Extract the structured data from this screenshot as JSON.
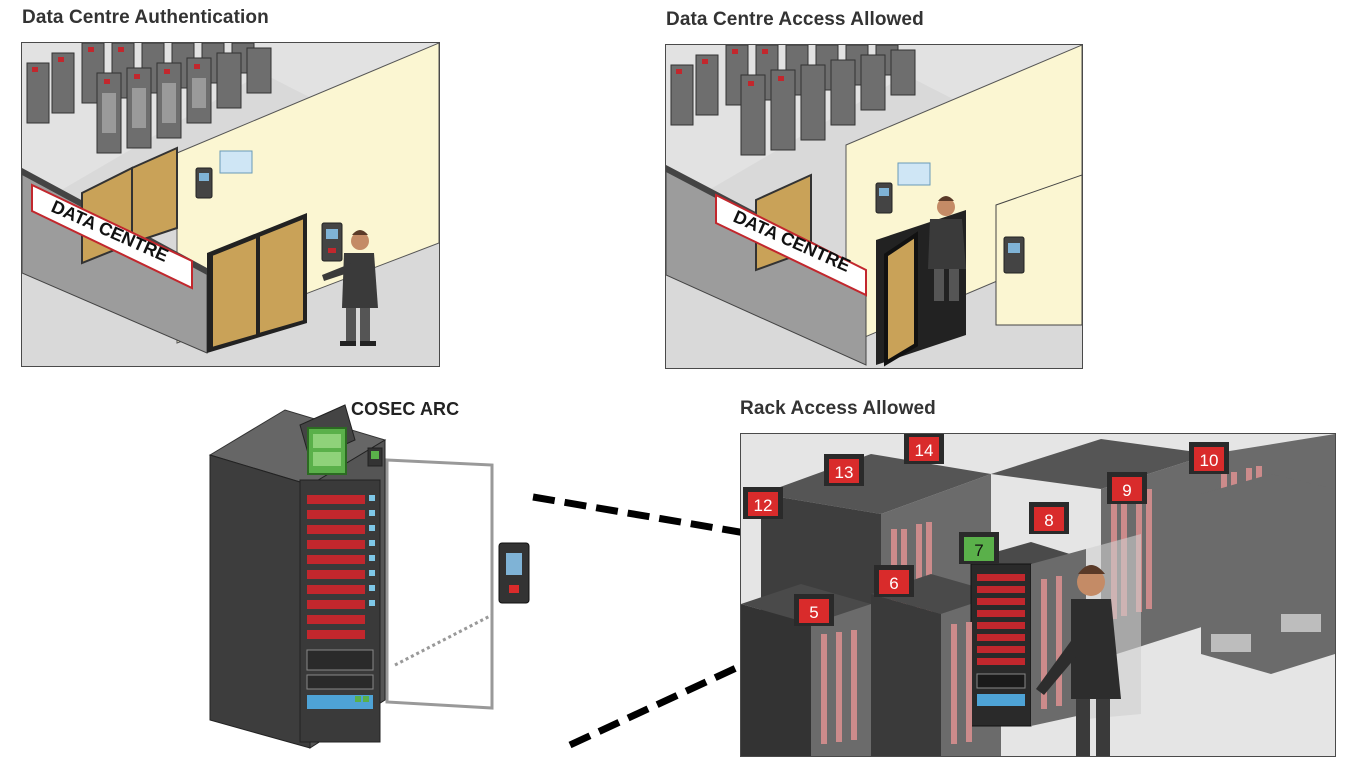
{
  "panels": {
    "auth": {
      "title": "Data Centre Authentication",
      "sign": "DATA CENTRE"
    },
    "allowed": {
      "title": "Data Centre Access Allowed",
      "sign": "DATA CENTRE"
    },
    "cosec": {
      "title": "COSEC ARC"
    },
    "rack": {
      "title": "Rack Access Allowed",
      "rack_numbers": [
        "5",
        "6",
        "7",
        "8",
        "9",
        "10",
        "12",
        "13",
        "14"
      ],
      "granted_rack": "7"
    }
  },
  "colors": {
    "granted": "#5ab04a",
    "locked": "#d92b2b",
    "door": "#c9a258",
    "wall": "#fbf6d2",
    "rack_body": "#3d3d3d",
    "dash": "#000000"
  }
}
